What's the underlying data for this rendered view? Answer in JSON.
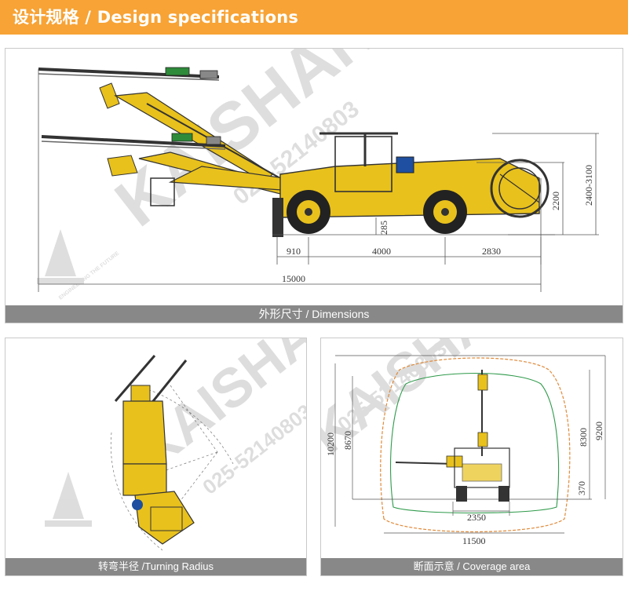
{
  "header": {
    "title": "设计规格 / Design specifications"
  },
  "colors": {
    "accent_orange": "#f7a335",
    "caption_gray": "#888888",
    "machine_yellow": "#e8c11c",
    "coverage_green": "#2e9a4a",
    "coverage_orange": "#e08a3a"
  },
  "panels": {
    "dimensions": {
      "caption": "外形尺寸 / Dimensions",
      "dims": {
        "front": "910",
        "wheelbase": "4000",
        "rear": "2830",
        "total": "15000",
        "height": "2200",
        "height_range": "2400-3100",
        "clearance": "285"
      }
    },
    "turning": {
      "caption": "转弯半径 /Turning Radius"
    },
    "coverage": {
      "caption": "断面示意 / Coverage area",
      "dims": {
        "outer_height": "10200",
        "inner_height": "8670",
        "right_height": "9200",
        "mast_height": "8300",
        "base_offset": "370",
        "track_width": "2350",
        "total_width": "11500"
      }
    }
  },
  "watermark": {
    "brand": "KAISHAN",
    "phone": "025-52140803",
    "tagline": "ENGINEERING THE FUTURE",
    "logo_icon": "kaishan-logo-icon"
  }
}
